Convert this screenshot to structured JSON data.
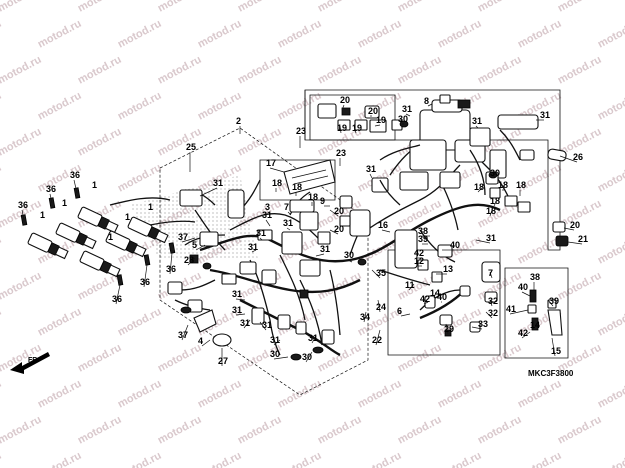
{
  "watermark": "motod.ru",
  "diagram_code": "MKC3F3800",
  "direction_label": "FR.",
  "callouts": [
    {
      "id": "c1",
      "label": "1"
    },
    {
      "id": "c2",
      "label": "2"
    },
    {
      "id": "c3",
      "label": "3"
    },
    {
      "id": "c4",
      "label": "4"
    },
    {
      "id": "c5",
      "label": "5"
    },
    {
      "id": "c6",
      "label": "6"
    },
    {
      "id": "c7",
      "label": "7"
    },
    {
      "id": "c8",
      "label": "8"
    },
    {
      "id": "c9",
      "label": "9"
    },
    {
      "id": "c11",
      "label": "11"
    },
    {
      "id": "c12",
      "label": "12"
    },
    {
      "id": "c13",
      "label": "13"
    },
    {
      "id": "c14",
      "label": "14"
    },
    {
      "id": "c15",
      "label": "15"
    },
    {
      "id": "c16",
      "label": "16"
    },
    {
      "id": "c17",
      "label": "17"
    },
    {
      "id": "c18",
      "label": "18"
    },
    {
      "id": "c19",
      "label": "19"
    },
    {
      "id": "c20",
      "label": "20"
    },
    {
      "id": "c21",
      "label": "21"
    },
    {
      "id": "c22",
      "label": "22"
    },
    {
      "id": "c23",
      "label": "23"
    },
    {
      "id": "c24",
      "label": "24"
    },
    {
      "id": "c25",
      "label": "25"
    },
    {
      "id": "c26",
      "label": "26"
    },
    {
      "id": "c27",
      "label": "27"
    },
    {
      "id": "c28",
      "label": "28"
    },
    {
      "id": "c29",
      "label": "29"
    },
    {
      "id": "c30",
      "label": "30"
    },
    {
      "id": "c31",
      "label": "31"
    },
    {
      "id": "c32",
      "label": "32"
    },
    {
      "id": "c33",
      "label": "33"
    },
    {
      "id": "c34",
      "label": "34"
    },
    {
      "id": "c35",
      "label": "35"
    },
    {
      "id": "c36",
      "label": "36"
    },
    {
      "id": "c37",
      "label": "37"
    },
    {
      "id": "c38",
      "label": "38"
    },
    {
      "id": "c39",
      "label": "39"
    },
    {
      "id": "c40",
      "label": "40"
    },
    {
      "id": "c41",
      "label": "41"
    },
    {
      "id": "c42",
      "label": "42"
    }
  ]
}
